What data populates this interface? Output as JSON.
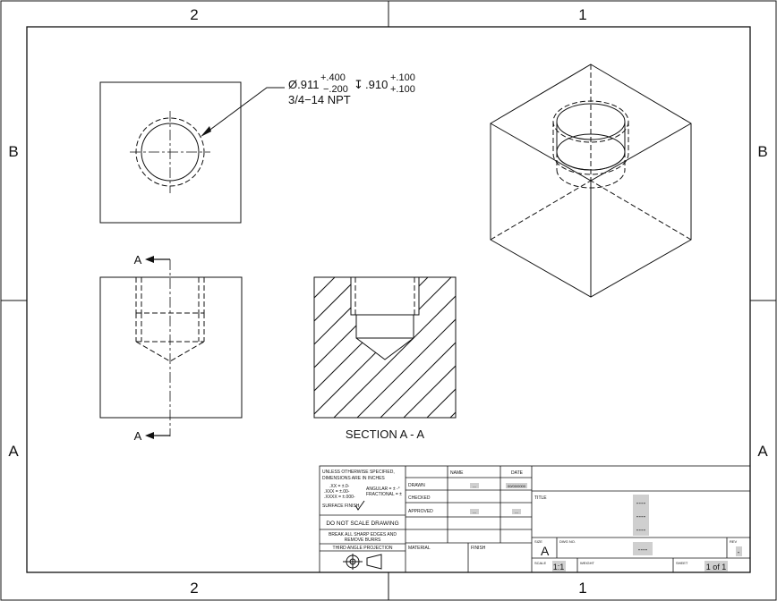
{
  "zones": {
    "top_left": "2",
    "top_right": "1",
    "bottom_left": "2",
    "bottom_right": "1",
    "left_upper": "B",
    "left_lower": "A",
    "right_upper": "B",
    "right_lower": "A"
  },
  "callout": {
    "diameter": "Ø.911",
    "dia_tol_plus": "+.400",
    "dia_tol_minus": "−.200",
    "depth_symbol": "↧",
    "depth": ".910",
    "depth_tol_plus": "+.100",
    "depth_tol_minus": "+.100",
    "thread": "3/4−14 NPT"
  },
  "section_labels": {
    "top": "A",
    "bottom": "A"
  },
  "section_title": "SECTION A - A",
  "title_block": {
    "tolerance_notes": [
      "UNLESS OTHERWISE SPECIFIED,",
      "DIMENSIONS ARE IN INCHES",
      ".XX = ±.0-",
      ".XXX = ±.00-",
      ".XXXX = ±.000-",
      "ANGULAR = ± -°",
      "FRACTIONAL = ±"
    ],
    "surface_finish": "SURFACE FINISH",
    "do_not_scale": "DO NOT SCALE DRAWING",
    "break_edges_1": "BREAK ALL SHARP EDGES AND",
    "break_edges_2": "REMOVE BURRS",
    "projection": "THIRD ANGLE PROJECTION",
    "name_header": "NAME",
    "date_header": "DATE",
    "drawn": "DRAWN",
    "drawn_name": "---",
    "drawn_date": "00/00/0000",
    "checked": "CHECKED",
    "approved": "APPROVED",
    "approved_name": "---",
    "approved_date": "---",
    "material": "MATERIAL",
    "finish": "FINISH",
    "title_label": "TITLE",
    "title_lines": [
      "----",
      "----",
      "----"
    ],
    "size_label": "SIZE",
    "size_value": "A",
    "dwg_label": "DWG NO.",
    "dwg_value": "----",
    "rev_label": "REV",
    "rev_value": "-",
    "scale_label": "SCALE",
    "scale_value": "1:1",
    "weight_label": "WEIGHT",
    "sheet_label": "SHEET",
    "sheet_value": "1 of 1"
  }
}
